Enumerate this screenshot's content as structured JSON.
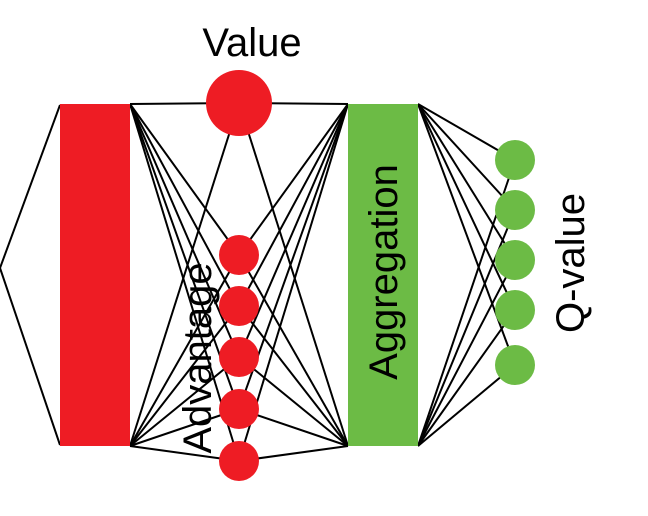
{
  "labels": {
    "value": "Value",
    "advantage": "Advantage",
    "aggregation": "Aggregation",
    "q_value": "Q-value"
  },
  "colors": {
    "red": "#ee1c24",
    "green": "#6cbb45",
    "line": "#000000",
    "text": "#000000"
  }
}
